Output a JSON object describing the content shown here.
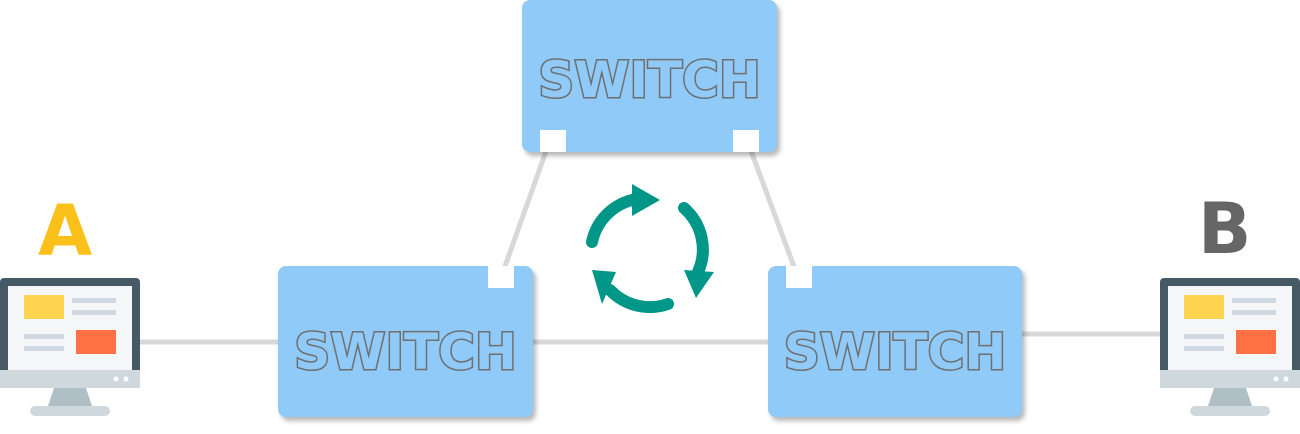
{
  "hosts": {
    "a": {
      "label": "A",
      "color": "#fbc11a"
    },
    "b": {
      "label": "B",
      "color": "#666666"
    }
  },
  "switches": {
    "top": {
      "label": "SWITCH"
    },
    "left": {
      "label": "SWITCH"
    },
    "right": {
      "label": "SWITCH"
    }
  },
  "colors": {
    "switch_fill": "#90caf9",
    "switch_text": "#6f6f6f",
    "link": "#d8d8d8",
    "loop_arrows": "#009688",
    "screen_frame": "#455a64",
    "screen_bg": "#f5f6f8",
    "stand": "#cfd8dc",
    "tile_yellow": "#ffd54f",
    "tile_red": "#ff7043",
    "lines": "#cfd8e3"
  },
  "icons": {
    "loop": "cycle-arrows-icon",
    "host": "desktop-computer-icon"
  }
}
